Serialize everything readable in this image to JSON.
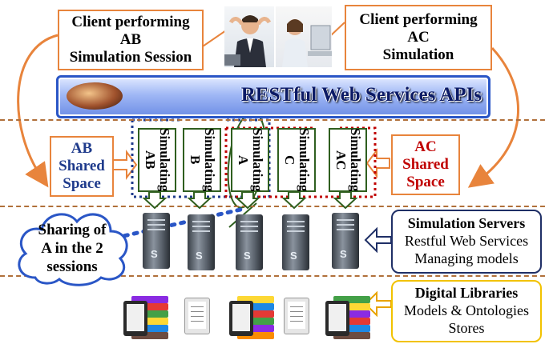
{
  "callouts": {
    "ab_client": [
      "Client performing",
      "AB",
      "Simulation Session"
    ],
    "ac_client": [
      "Client performing",
      "AC",
      "Simulation"
    ],
    "ab_shared": [
      "AB",
      "Shared",
      "Space"
    ],
    "ac_shared": [
      "AC",
      "Shared",
      "Space"
    ]
  },
  "api_bar": {
    "label": "RESTful Web Services APIs"
  },
  "simulations": [
    {
      "label": "Simulating\nAB"
    },
    {
      "label": "Simulating\nB"
    },
    {
      "label": "Simulating\nA"
    },
    {
      "label": "Simulating\nC"
    },
    {
      "label": "Simulating\nAC"
    }
  ],
  "cloud": {
    "label": [
      "Sharing of",
      "A in the 2",
      "sessions"
    ]
  },
  "servers_box": {
    "title": "Simulation Servers",
    "lines": [
      "Restful Web Services",
      "Managing models"
    ]
  },
  "libraries_box": {
    "title": "Digital Libraries",
    "lines": [
      "Models & Ontologies",
      "Stores"
    ]
  },
  "server_glyph": "S",
  "colors": {
    "orange": "#e8843c",
    "ab_blue": "#1f3b8c",
    "ac_red": "#c00000",
    "sim_green": "#2f5f1f",
    "api_blue": "#2a56c6",
    "servers_border": "#1f2f66",
    "libraries_border": "#f2c200"
  }
}
